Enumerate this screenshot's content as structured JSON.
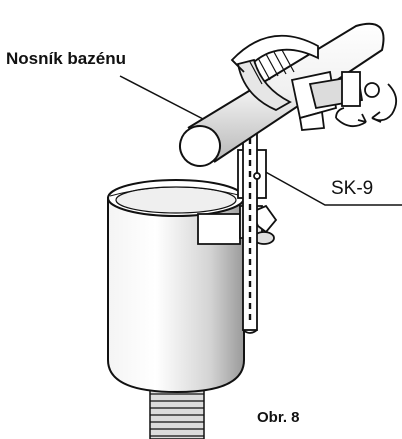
{
  "labels": {
    "beam": "Nosník bazénu",
    "part": "SK-9",
    "figure": "Obr. 8"
  },
  "icons": [
    "rotate-arrow-icon",
    "rotate-arrow-icon"
  ],
  "colors": {
    "line": "#111111",
    "fill": "#ffffff",
    "shade": "#cfcfcf"
  }
}
